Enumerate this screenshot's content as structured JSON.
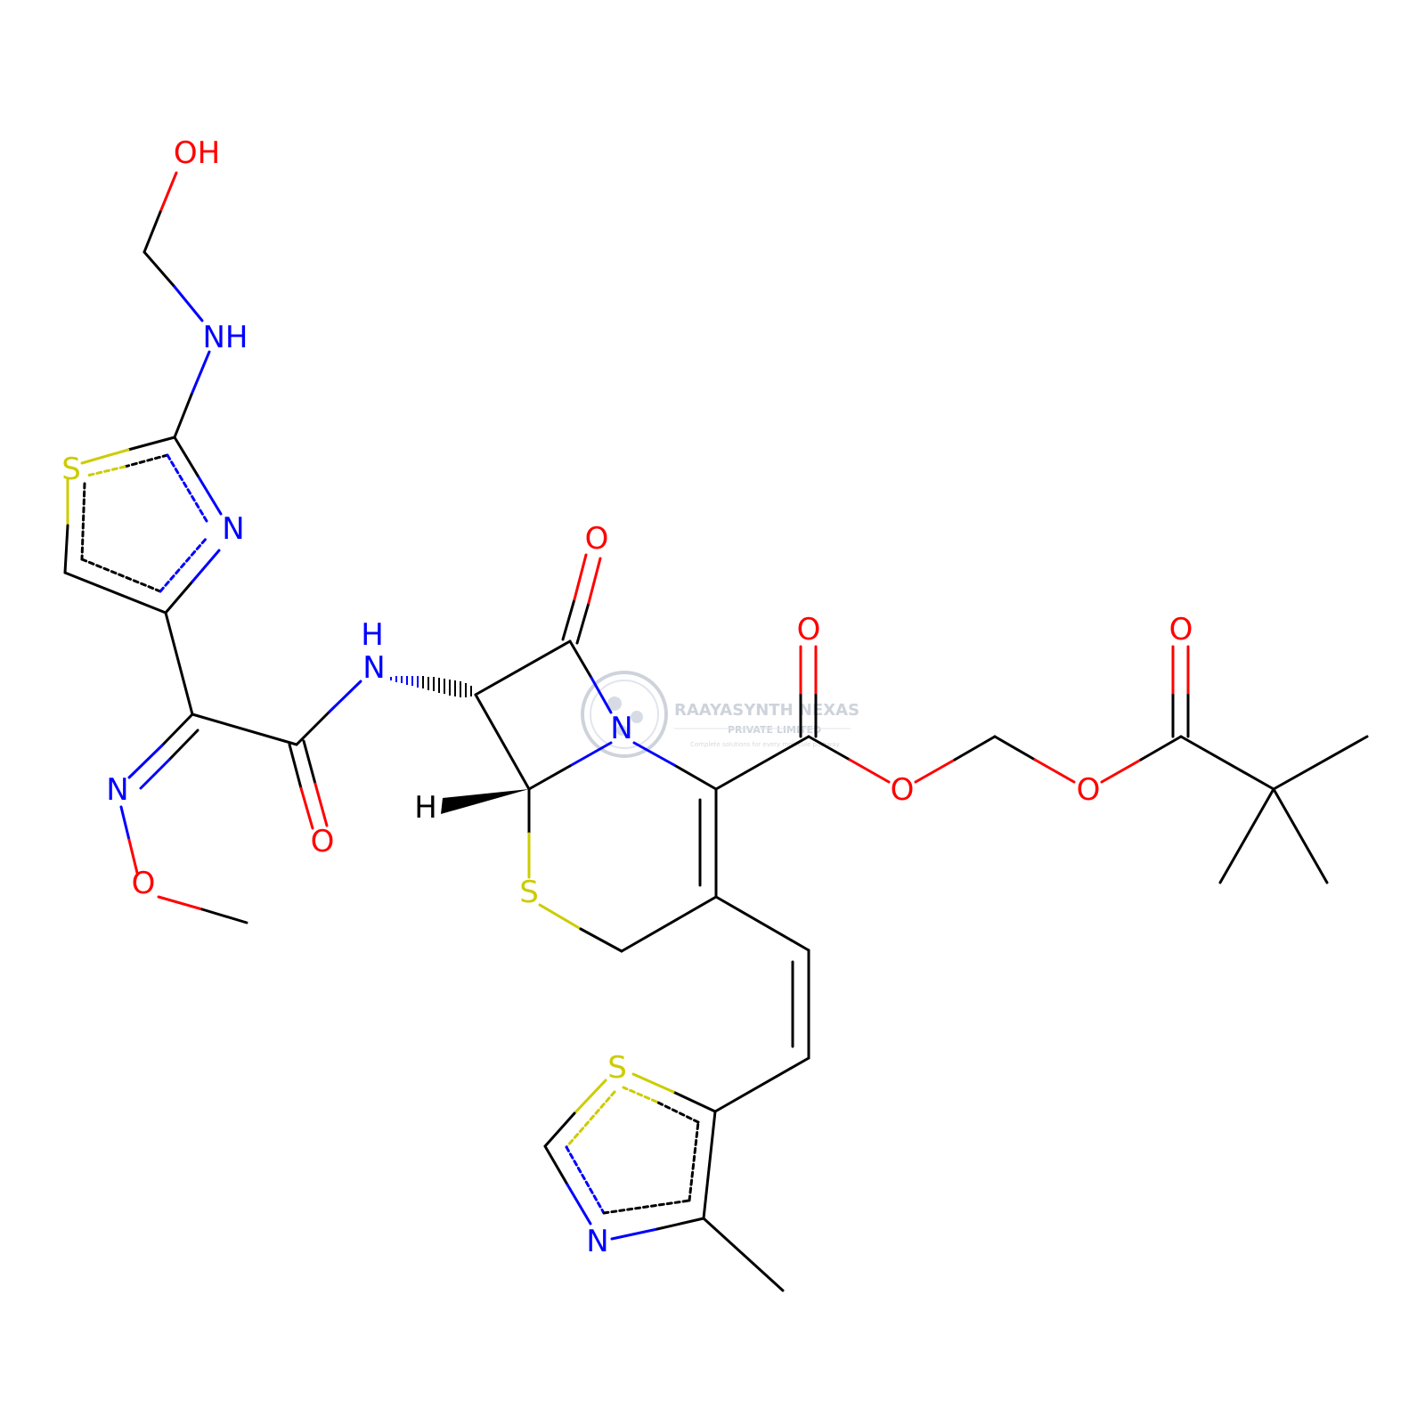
{
  "colors": {
    "carbon": "#000000",
    "nitrogen": "#0000ff",
    "oxygen": "#ff0000",
    "sulfur": "#cccc00",
    "watermark": "#c9cfd8"
  },
  "watermark": {
    "company": "RAAYASYNTH NEXAS",
    "line2": "PRIVATE LIMITED",
    "tagline": "Complete solutions for every molecule pathway",
    "icon": "molecule-logo-icon"
  },
  "atoms": {
    "oh_hydroxyl": "OH",
    "nh_methylamino": "NH",
    "s_aminothiazole": "S",
    "n_aminothiazole": "N",
    "nh_amide": "NH",
    "o_lactam": "O",
    "n_lactam": "N",
    "h_stereo": "H",
    "n_oxime": "N",
    "o_oxime": "O",
    "o_amide": "O",
    "s_cephem": "S",
    "o_carbonyl_ester": "O",
    "o_ester": "O",
    "o_ester2": "O",
    "o_pivaloyl": "O",
    "s_methylthiazole": "S",
    "n_methylthiazole": "N"
  }
}
